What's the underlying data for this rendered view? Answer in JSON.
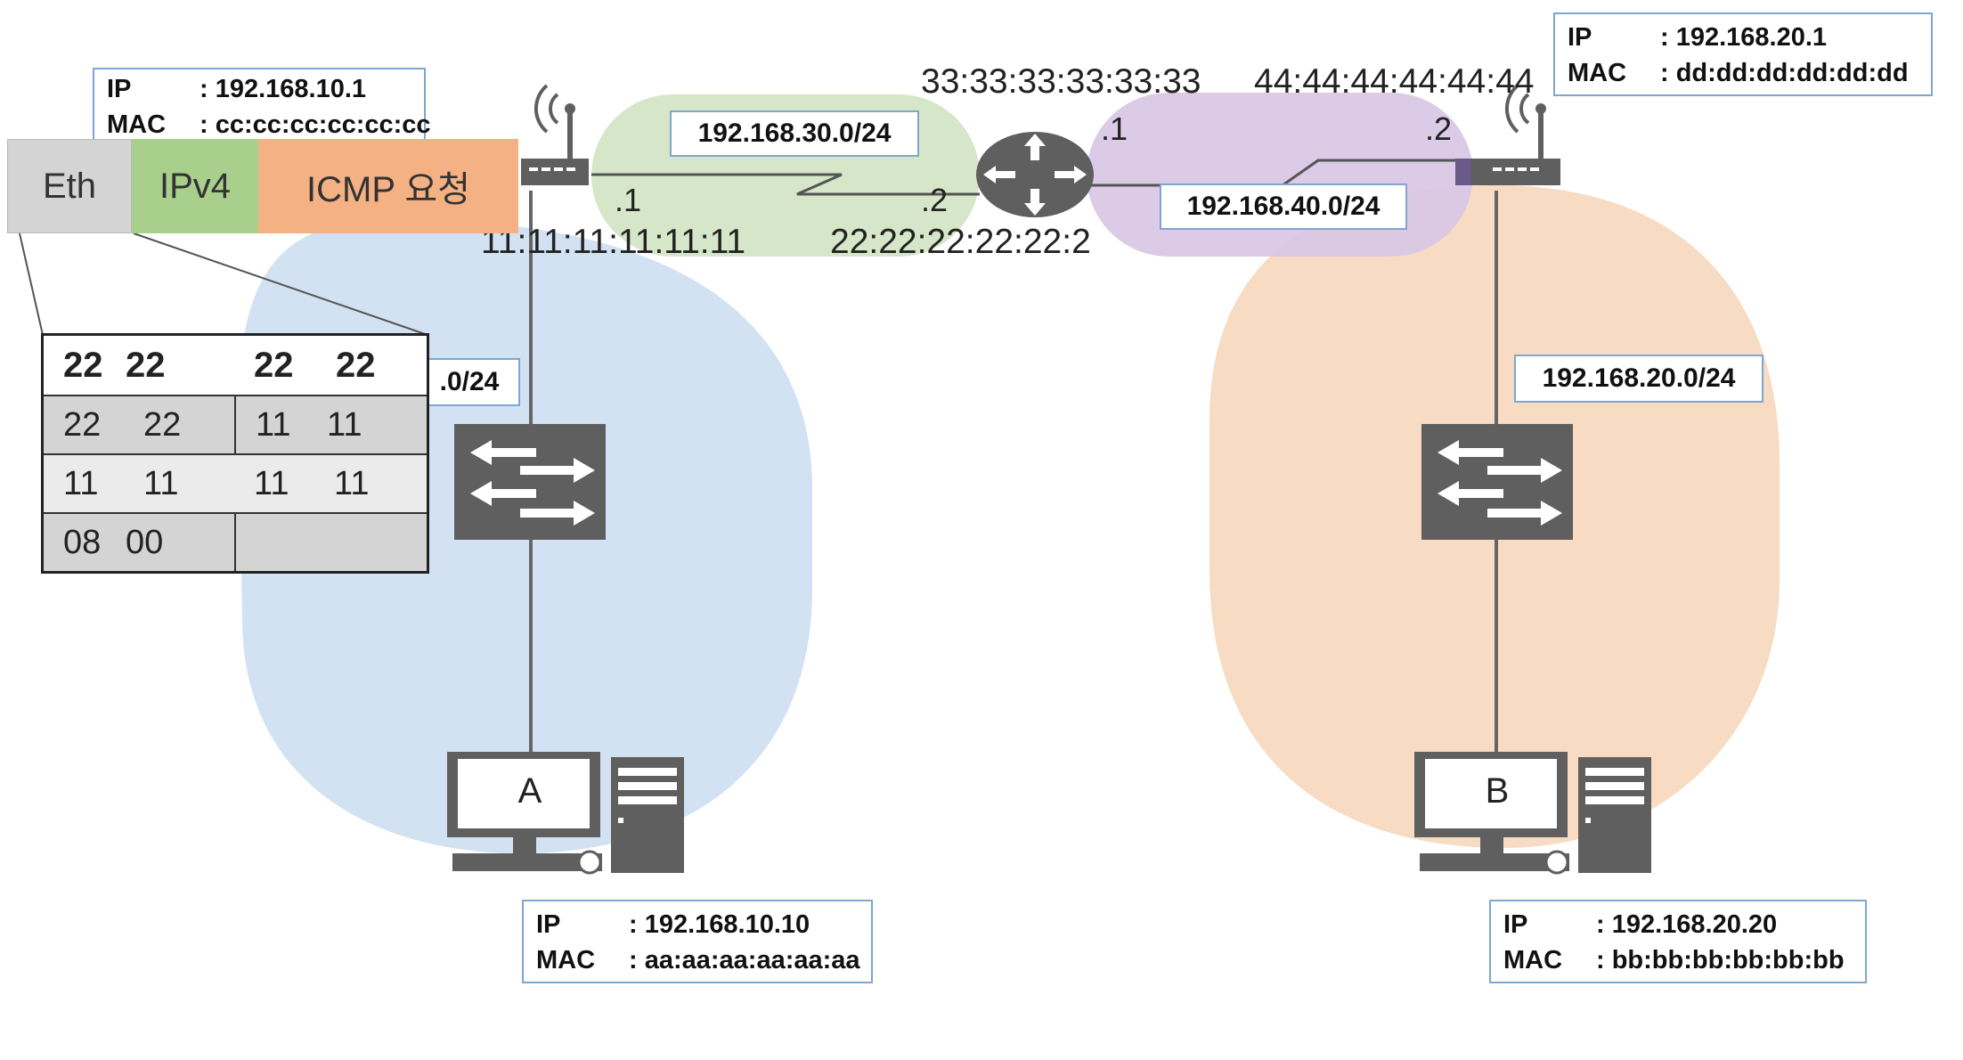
{
  "router_a": {
    "ip_key": "IP",
    "ip": ": 192.168.10.1",
    "mac_key": "MAC",
    "mac": ": cc:cc:cc:cc:cc:cc",
    "wan_mac": "11:11:11:11:11:11",
    "wan_suffix": ".1"
  },
  "router_b": {
    "ip_key": "IP",
    "ip": ": 192.168.20.1",
    "mac_key": "MAC",
    "mac": ": dd:dd:dd:dd:dd:dd",
    "wan_mac": "44:44:44:44:44:44",
    "wan_suffix": ".2"
  },
  "core_router": {
    "left_mac": "22:22:22:22:22:2",
    "left_suffix": ".2",
    "right_mac": "33:33:33:33:33:33",
    "right_suffix": ".1"
  },
  "networks": {
    "wan_left": "192.168.30.0/24",
    "wan_right": "192.168.40.0/24",
    "lan_a_partial": ".0/24",
    "lan_b": "192.168.20.0/24"
  },
  "packet": {
    "eth": "Eth",
    "ipv4": "IPv4",
    "icmp": "ICMP 요청"
  },
  "frame": {
    "rows": [
      [
        "22",
        "22",
        "22",
        "22"
      ],
      [
        "22",
        "22",
        "11",
        "11"
      ],
      [
        "11",
        "11",
        "11",
        "11"
      ],
      [
        "08",
        "00",
        "",
        ""
      ]
    ]
  },
  "host_a": {
    "label": "A",
    "ip_key": "IP",
    "ip": ": 192.168.10.10",
    "mac_key": "MAC",
    "mac": ": aa:aa:aa:aa:aa:aa"
  },
  "host_b": {
    "label": "B",
    "ip_key": "IP",
    "ip": ": 192.168.20.20",
    "mac_key": "MAC",
    "mac": ": bb:bb:bb:bb:bb:bb"
  },
  "colors": {
    "lan_a": "#cddff2",
    "lan_b": "#f7d9bf",
    "wan_left": "#d5e7c8",
    "wan_right": "#d9c8e6",
    "device": "#5f5f5f",
    "eth": "#d4d4d4",
    "ipv4": "#a9cf8d",
    "icmp": "#f4b183",
    "box_border": "#7ea6cf"
  },
  "icons": {
    "router": "router-icon",
    "switch": "switch-icon",
    "wireless_router": "wireless-router-icon",
    "computer": "desktop-computer-icon"
  }
}
